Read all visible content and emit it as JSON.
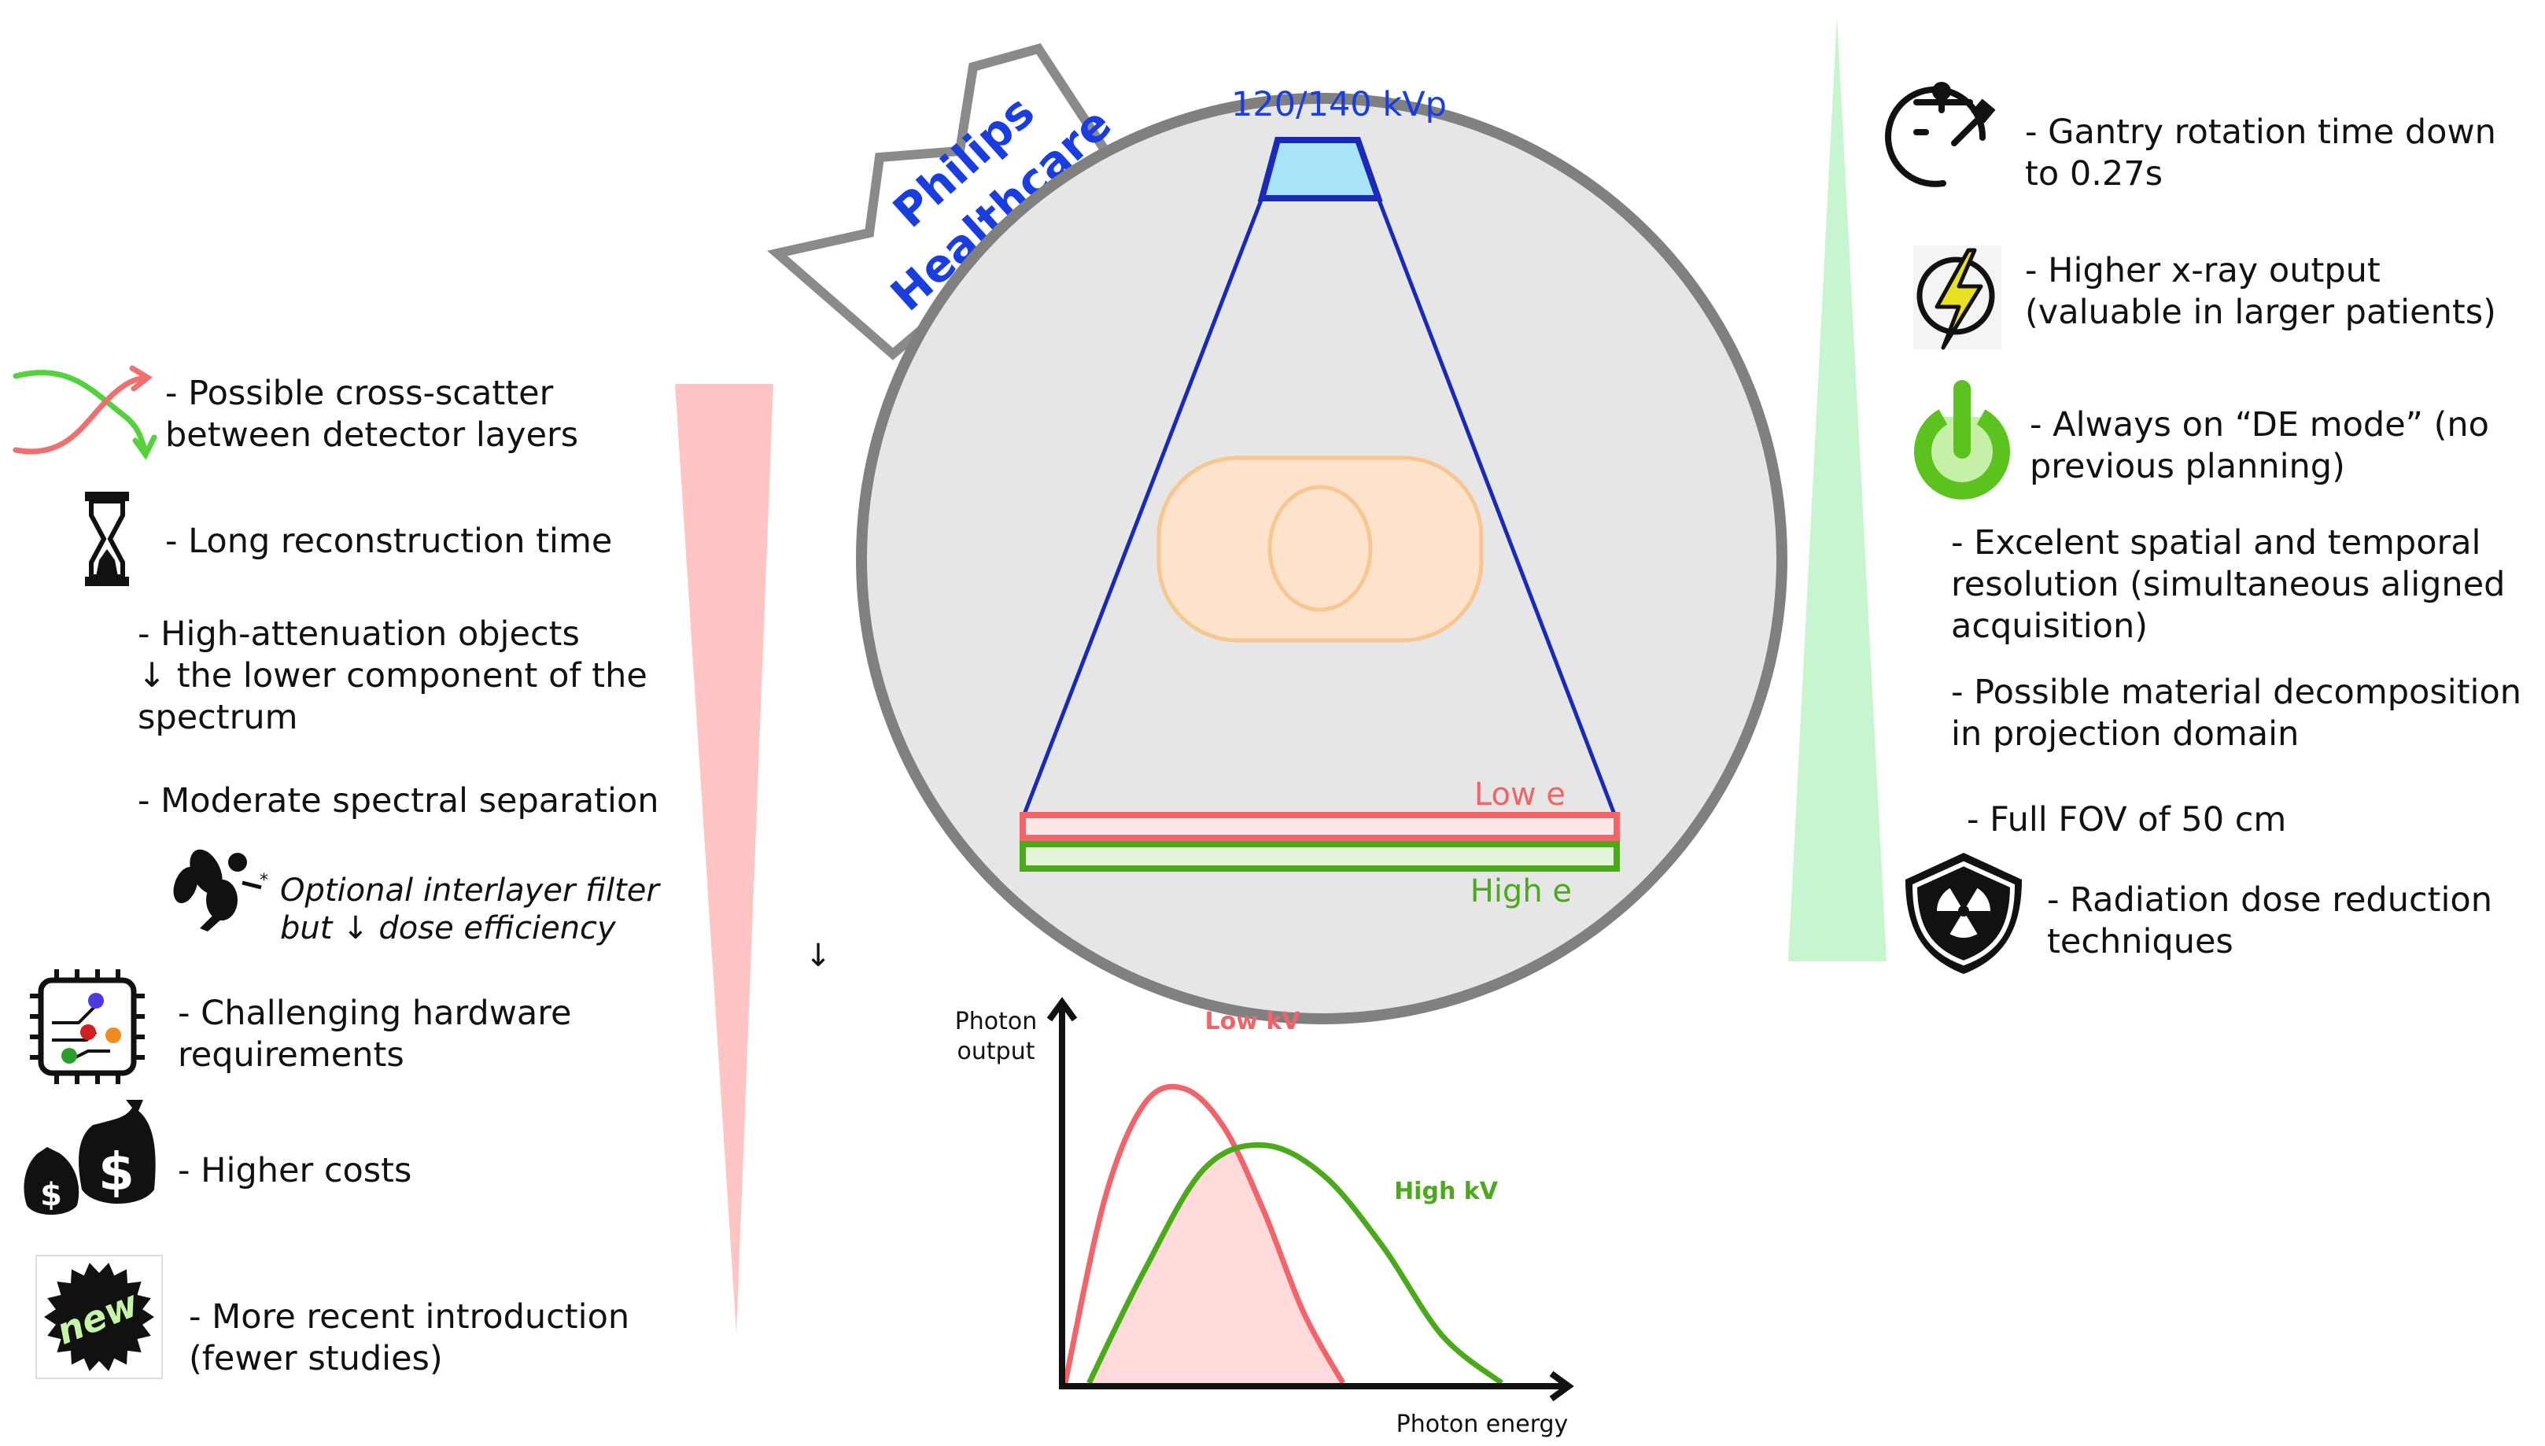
{
  "brand": {
    "line1": "Philips",
    "line2": "Healthcare"
  },
  "tube_label": "120/140 kVp",
  "detector": {
    "low_label": "Low e",
    "high_label": "High e"
  },
  "left_points": [
    {
      "id": "cross-scatter",
      "text": "- Possible cross-scatter\nbetween detector layers",
      "icon": "crossing-arrows-icon"
    },
    {
      "id": "recon-time",
      "text": "- Long reconstruction time",
      "icon": "hourglass-icon"
    },
    {
      "id": "high-attenuation",
      "text": "- High-attenuation objects\n↓ the lower component of the\nspectrum"
    },
    {
      "id": "spectral-separation",
      "text": "- Moderate spectral separation"
    },
    {
      "id": "interlayer-filter",
      "text": "Optional interlayer filter\nbut ↓ dose efficiency",
      "icon": "fairy-wand-icon"
    },
    {
      "id": "hardware",
      "text": "- Challenging hardware\nrequirements",
      "icon": "circuit-chip-icon"
    },
    {
      "id": "costs",
      "text": "- Higher costs",
      "icon": "money-bags-icon"
    },
    {
      "id": "recent",
      "text": "- More recent introduction\n(fewer studies)",
      "icon": "new-badge-icon",
      "badge": "new"
    }
  ],
  "small_arrow": "↓",
  "right_points": [
    {
      "id": "rotation",
      "text": "- Gantry rotation time down\nto 0.27s",
      "icon": "stopwatch-icon"
    },
    {
      "id": "xray-output",
      "text": "- Higher x-ray output\n(valuable in larger patients)",
      "icon": "lightning-icon"
    },
    {
      "id": "de-mode",
      "text": "- Always on “DE mode” (no\nprevious planning)",
      "icon": "power-icon"
    },
    {
      "id": "resolution",
      "text": "- Excelent spatial and temporal\nresolution (simultaneous aligned\nacquisition)"
    },
    {
      "id": "decomposition",
      "text": "- Possible material decomposition\nin projection domain"
    },
    {
      "id": "fov",
      "text": "- Full FOV of 50 cm"
    },
    {
      "id": "dose",
      "text": "- Radiation dose reduction\ntechniques",
      "icon": "radiation-shield-icon"
    }
  ],
  "colors": {
    "con_wedge": "#ffc4c4",
    "pro_wedge": "#c6f5d0",
    "gantry_fill": "#e6e6e6",
    "gantry_stroke": "#808080",
    "beam": "#1a2ab8",
    "tube_fill": "#a8e4f8",
    "tube_label": "#1a3de0",
    "brand": "#1a3de0",
    "low": "#f0646a",
    "high": "#4aaa1a",
    "patient": "#fde2cc",
    "patient_stroke": "#f8c690",
    "green_icon": "#5cc21e",
    "lightning": "#e8e020"
  },
  "chart_data": {
    "type": "line",
    "ylabel": "Photon\noutput",
    "xlabel": "Photon energy",
    "series": [
      {
        "name": "Low kV",
        "color": "#f0646a",
        "x": [
          0,
          20,
          40,
          60,
          80,
          100,
          120,
          140
        ],
        "y": [
          0,
          62,
          94,
          99,
          86,
          58,
          24,
          0
        ]
      },
      {
        "name": "High kV",
        "color": "#4aaa1a",
        "x": [
          12,
          40,
          70,
          100,
          130,
          160,
          190,
          220
        ],
        "y": [
          0,
          38,
          72,
          80,
          70,
          46,
          16,
          0
        ]
      }
    ],
    "overlap_shaded": true
  }
}
